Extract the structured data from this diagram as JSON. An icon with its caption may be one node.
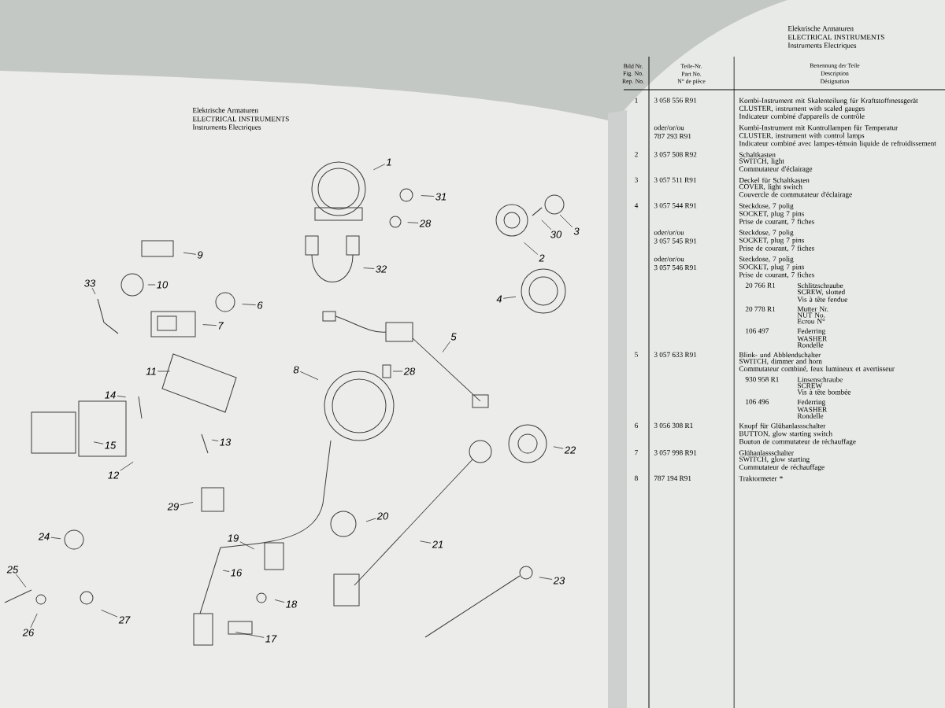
{
  "diagram": {
    "nodes": [
      {
        "text": [
          "1"
        ]
      },
      {
        "text": [
          "31"
        ]
      },
      {
        "text": [
          "30"
        ]
      },
      {
        "text": [
          "3"
        ]
      },
      {
        "text": [
          "28"
        ]
      },
      {
        "text": [
          "2"
        ]
      },
      {
        "text": [
          "9"
        ]
      },
      {
        "text": [
          "32"
        ]
      },
      {
        "text": [
          "33"
        ]
      },
      {
        "text": [
          "10"
        ]
      },
      {
        "text": [
          "4"
        ]
      },
      {
        "text": [
          "6"
        ]
      },
      {
        "text": [
          "7"
        ]
      },
      {
        "text": [
          "5"
        ]
      },
      {
        "text": [
          "11"
        ]
      },
      {
        "text": [
          "8"
        ]
      },
      {
        "text": [
          "28"
        ]
      },
      {
        "text": [
          "14"
        ]
      },
      {
        "text": [
          "13"
        ]
      },
      {
        "text": [
          "15"
        ]
      },
      {
        "text": [
          "22"
        ]
      },
      {
        "text": [
          "12"
        ]
      },
      {
        "text": [
          "29"
        ]
      },
      {
        "text": [
          "20"
        ]
      },
      {
        "text": [
          "24"
        ]
      },
      {
        "text": [
          "21"
        ]
      },
      {
        "text": [
          "19"
        ]
      },
      {
        "text": [
          "16"
        ]
      },
      {
        "text": [
          "23"
        ]
      },
      {
        "text": [
          "25"
        ]
      },
      {
        "text": [
          "18"
        ]
      },
      {
        "text": [
          "26"
        ]
      },
      {
        "text": [
          "27"
        ]
      },
      {
        "text": [
          "17"
        ]
      }
    ],
    "edges": [
      {
        "from": 0,
        "to": null,
        "arrow": "none"
      },
      {
        "from": 1,
        "to": null,
        "arrow": "none"
      },
      {
        "from": 2,
        "to": null,
        "arrow": "none"
      },
      {
        "from": 3,
        "to": null,
        "arrow": "none"
      },
      {
        "from": 4,
        "to": null,
        "arrow": "none"
      },
      {
        "from": 5,
        "to": null,
        "arrow": "none"
      },
      {
        "from": 6,
        "to": null,
        "arrow": "none"
      },
      {
        "from": 7,
        "to": null,
        "arrow": "none"
      },
      {
        "from": 8,
        "to": null,
        "arrow": "none"
      },
      {
        "from": 9,
        "to": null,
        "arrow": "none"
      },
      {
        "from": 10,
        "to": null,
        "arrow": "none"
      },
      {
        "from": 11,
        "to": null,
        "arrow": "none"
      },
      {
        "from": 12,
        "to": null,
        "arrow": "none"
      },
      {
        "from": 13,
        "to": null,
        "arrow": "none"
      },
      {
        "from": 14,
        "to": null,
        "arrow": "none"
      },
      {
        "from": 15,
        "to": null,
        "arrow": "none"
      },
      {
        "from": 16,
        "to": null,
        "arrow": "none"
      },
      {
        "from": 17,
        "to": null,
        "arrow": "none"
      },
      {
        "from": 18,
        "to": null,
        "arrow": "none"
      },
      {
        "from": 19,
        "to": null,
        "arrow": "none"
      },
      {
        "from": 20,
        "to": null,
        "arrow": "none"
      },
      {
        "from": 21,
        "to": null,
        "arrow": "none"
      },
      {
        "from": 22,
        "to": null,
        "arrow": "none"
      },
      {
        "from": 23,
        "to": null,
        "arrow": "none"
      },
      {
        "from": 24,
        "to": null,
        "arrow": "none"
      },
      {
        "from": 25,
        "to": null,
        "arrow": "none"
      },
      {
        "from": 26,
        "to": null,
        "arrow": "none"
      },
      {
        "from": 27,
        "to": null,
        "arrow": "none"
      },
      {
        "from": 28,
        "to": null,
        "arrow": "none"
      },
      {
        "from": 29,
        "to": null,
        "arrow": "none"
      },
      {
        "from": 30,
        "to": null,
        "arrow": "none"
      },
      {
        "from": 31,
        "to": null,
        "arrow": "none"
      },
      {
        "from": 32,
        "to": null,
        "arrow": "none"
      },
      {
        "from": 33,
        "to": null,
        "arrow": "none"
      }
    ],
    "labels": [
      "Elektrische Armaturen",
      "ELECTRICAL INSTRUMENTS",
      "Instruments Electriques",
      "Elektrische Armaturen",
      "ELECTRICAL INSTRUMENTS",
      "Instruments Electriques",
      "Bild Nr.",
      "Fig. No.",
      "Rep. No.",
      "Teile-Nr.",
      "Part No.",
      "N° de pièce",
      "Benennung der Teile",
      "Description",
      "Désignation",
      "1",
      "3 058 556 R91",
      "Kombi-Instrument mit Skalenteilung für Kraftstoffmessgerät",
      "CLUSTER, instrument with scaled gauges",
      "Indicateur combiné d'appareils de contrôle",
      "oder/or/ou",
      "787 293 R91",
      "Kombi-Instrument mit Kontrollampen für Temperatur",
      "CLUSTER, instrument with control lamps",
      "Indicateur combiné avec lampes-témoin liquide de refroidissement",
      "2",
      "3 057 508 R92",
      "Schaltkasten",
      "SWITCH, light",
      "Commutateur d'éclairage",
      "3",
      "3 057 511 R91",
      "Deckel für Schaltkasten",
      "COVER, light switch",
      "Couvercle de commutateur d'éclairage",
      "4",
      "3 057 544 R91",
      "Steckdose, 7 polig",
      "SOCKET, plug 7 pins",
      "Prise de courant, 7 fiches",
      "oder/or/ou",
      "3 057 545 R91",
      "Steckdose, 7 polig",
      "SOCKET, plug 7 pins",
      "Prise de courant, 7 fiches",
      "oder/or/ou",
      "3 057 546 R91",
      "Steckdose, 7 polig",
      "SOCKET, plug 7 pins",
      "Prise de courant, 7 fiches",
      "20 766 R1",
      "Schlitzschraube",
      "SCREW, slotted",
      "Vis à tête fendue",
      "20 778 R1",
      "Mutter Nr.",
      "NUT No.",
      "Ecrou N°",
      "106 497",
      "Federring",
      "WASHER",
      "Rondelle",
      "5",
      "3 057 633 R91",
      "Blink- und Abblendschalter",
      "SWITCH, dimmer and horn",
      "Commutateur combiné, feux lumineux et avertisseur",
      "930 958 R1",
      "Linsenschraube",
      "SCREW",
      "Vis à tête bombée",
      "106 496",
      "Federring",
      "WASHER",
      "Rondelle",
      "6",
      "3 056 308 R1",
      "Knopf für Glühanlassschalter",
      "BUTTON, glow starting switch",
      "Bouton de commutateur de réchauffage",
      "7",
      "3 057 998 R91",
      "Glühanlassschalter",
      "SWITCH, glow starting",
      "Commutateur de réchauffage",
      "8",
      "787 194 R91",
      "Traktormeter *"
    ]
  }
}
